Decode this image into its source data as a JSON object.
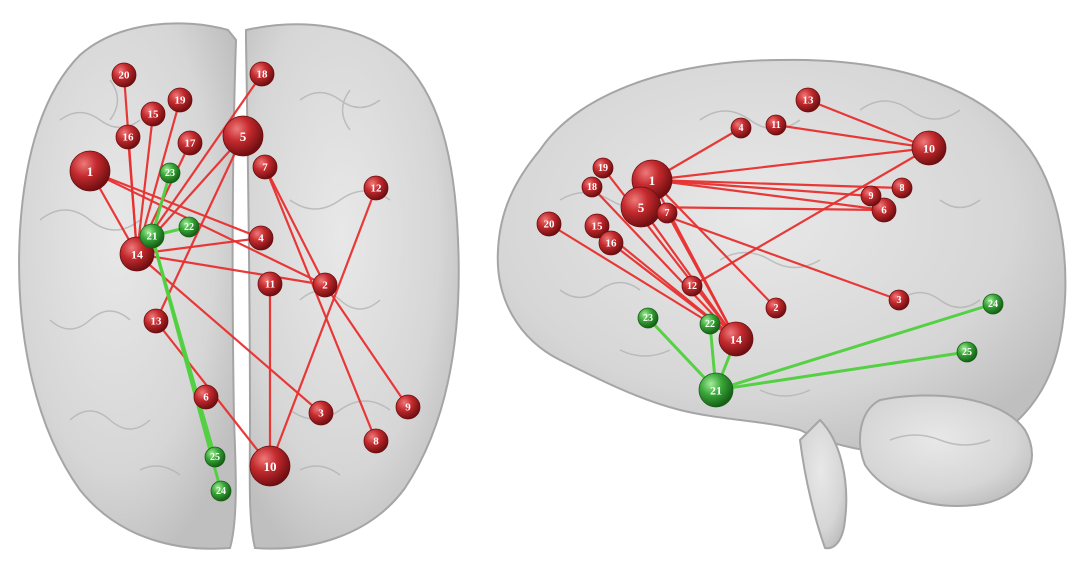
{
  "colors": {
    "background": "#ffffff",
    "brain_fill": "#d9d9d9",
    "brain_stroke": "#9e9e9e",
    "red_node": "#b51f24",
    "red_node_highlight": "#e66a6a",
    "red_edge": "#e8302f",
    "green_node": "#2f9e2f",
    "green_node_highlight": "#8fdc8f",
    "green_edge": "#4fd03e"
  },
  "views": [
    {
      "name": "axial-view",
      "nodes": [
        {
          "id": "1",
          "color": "red",
          "size": "large"
        },
        {
          "id": "2",
          "color": "red",
          "size": "small"
        },
        {
          "id": "3",
          "color": "red",
          "size": "small"
        },
        {
          "id": "4",
          "color": "red",
          "size": "small"
        },
        {
          "id": "5",
          "color": "red",
          "size": "large"
        },
        {
          "id": "6",
          "color": "red",
          "size": "small"
        },
        {
          "id": "7",
          "color": "red",
          "size": "small"
        },
        {
          "id": "8",
          "color": "red",
          "size": "small"
        },
        {
          "id": "9",
          "color": "red",
          "size": "small"
        },
        {
          "id": "10",
          "color": "red",
          "size": "large"
        },
        {
          "id": "11",
          "color": "red",
          "size": "small"
        },
        {
          "id": "12",
          "color": "red",
          "size": "small"
        },
        {
          "id": "13",
          "color": "red",
          "size": "small"
        },
        {
          "id": "14",
          "color": "red",
          "size": "medium"
        },
        {
          "id": "15",
          "color": "red",
          "size": "small"
        },
        {
          "id": "16",
          "color": "red",
          "size": "small"
        },
        {
          "id": "17",
          "color": "red",
          "size": "small"
        },
        {
          "id": "18",
          "color": "red",
          "size": "small"
        },
        {
          "id": "19",
          "color": "red",
          "size": "small"
        },
        {
          "id": "20",
          "color": "red",
          "size": "small"
        },
        {
          "id": "21",
          "color": "green",
          "size": "small"
        },
        {
          "id": "22",
          "color": "green",
          "size": "xsmall"
        },
        {
          "id": "23",
          "color": "green",
          "size": "xsmall"
        },
        {
          "id": "24",
          "color": "green",
          "size": "xsmall"
        },
        {
          "id": "25",
          "color": "green",
          "size": "xsmall"
        }
      ],
      "edges": [
        [
          "14",
          "20",
          "red"
        ],
        [
          "14",
          "16",
          "red"
        ],
        [
          "14",
          "15",
          "red"
        ],
        [
          "14",
          "19",
          "red"
        ],
        [
          "14",
          "17",
          "red"
        ],
        [
          "14",
          "18",
          "red"
        ],
        [
          "14",
          "5",
          "red"
        ],
        [
          "14",
          "1",
          "red"
        ],
        [
          "14",
          "4",
          "red"
        ],
        [
          "14",
          "2",
          "red"
        ],
        [
          "14",
          "3",
          "red"
        ],
        [
          "1",
          "4",
          "red"
        ],
        [
          "1",
          "2",
          "red"
        ],
        [
          "5",
          "13",
          "red"
        ],
        [
          "7",
          "8",
          "red"
        ],
        [
          "7",
          "2",
          "red"
        ],
        [
          "11",
          "10",
          "red"
        ],
        [
          "12",
          "10",
          "red"
        ],
        [
          "13",
          "10",
          "red"
        ],
        [
          "2",
          "9",
          "red"
        ],
        [
          "21",
          "23",
          "green"
        ],
        [
          "21",
          "22",
          "green"
        ],
        [
          "21",
          "14",
          "green"
        ],
        [
          "21",
          "25",
          "green"
        ],
        [
          "21",
          "24",
          "green"
        ]
      ]
    },
    {
      "name": "sagittal-view",
      "nodes": [
        {
          "id": "1",
          "color": "red",
          "size": "large"
        },
        {
          "id": "2",
          "color": "red",
          "size": "xsmall"
        },
        {
          "id": "3",
          "color": "red",
          "size": "xsmall"
        },
        {
          "id": "4",
          "color": "red",
          "size": "xsmall"
        },
        {
          "id": "5",
          "color": "red",
          "size": "large"
        },
        {
          "id": "6",
          "color": "red",
          "size": "small"
        },
        {
          "id": "7",
          "color": "red",
          "size": "xsmall"
        },
        {
          "id": "8",
          "color": "red",
          "size": "xsmall"
        },
        {
          "id": "9",
          "color": "red",
          "size": "xsmall"
        },
        {
          "id": "10",
          "color": "red",
          "size": "medium"
        },
        {
          "id": "11",
          "color": "red",
          "size": "xsmall"
        },
        {
          "id": "12",
          "color": "red",
          "size": "xsmall"
        },
        {
          "id": "13",
          "color": "red",
          "size": "small"
        },
        {
          "id": "14",
          "color": "red",
          "size": "medium"
        },
        {
          "id": "15",
          "color": "red",
          "size": "small"
        },
        {
          "id": "16",
          "color": "red",
          "size": "small"
        },
        {
          "id": "18",
          "color": "red",
          "size": "xsmall"
        },
        {
          "id": "19",
          "color": "red",
          "size": "xsmall"
        },
        {
          "id": "20",
          "color": "red",
          "size": "small"
        },
        {
          "id": "21",
          "color": "green",
          "size": "medium"
        },
        {
          "id": "22",
          "color": "green",
          "size": "xsmall"
        },
        {
          "id": "23",
          "color": "green",
          "size": "xsmall"
        },
        {
          "id": "24",
          "color": "green",
          "size": "xsmall"
        },
        {
          "id": "25",
          "color": "green",
          "size": "xsmall"
        }
      ],
      "edges": [
        [
          "13",
          "10",
          "red"
        ],
        [
          "11",
          "10",
          "red"
        ],
        [
          "1",
          "4",
          "red"
        ],
        [
          "1",
          "10",
          "red"
        ],
        [
          "1",
          "9",
          "red"
        ],
        [
          "1",
          "8",
          "red"
        ],
        [
          "1",
          "6",
          "red"
        ],
        [
          "1",
          "2",
          "red"
        ],
        [
          "5",
          "6",
          "red"
        ],
        [
          "5",
          "3",
          "red"
        ],
        [
          "5",
          "14",
          "red"
        ],
        [
          "12",
          "10",
          "red"
        ],
        [
          "20",
          "14",
          "red"
        ],
        [
          "15",
          "14",
          "red"
        ],
        [
          "16",
          "14",
          "red"
        ],
        [
          "18",
          "14",
          "red"
        ],
        [
          "19",
          "14",
          "red"
        ],
        [
          "1",
          "14",
          "red"
        ],
        [
          "7",
          "14",
          "red"
        ],
        [
          "21",
          "23",
          "green"
        ],
        [
          "21",
          "22",
          "green"
        ],
        [
          "21",
          "14",
          "green"
        ],
        [
          "21",
          "24",
          "green"
        ],
        [
          "21",
          "25",
          "green"
        ]
      ]
    }
  ]
}
